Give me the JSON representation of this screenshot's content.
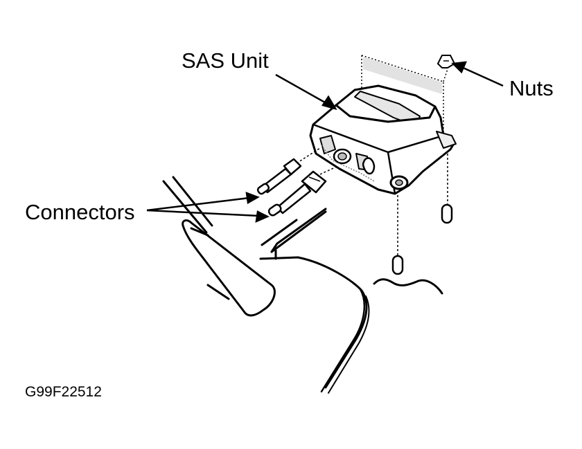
{
  "labels": {
    "sas_unit": "SAS Unit",
    "nuts": "Nuts",
    "connectors": "Connectors",
    "figure_code": "G99F22512"
  },
  "colors": {
    "ink": "#000000",
    "background": "#ffffff",
    "shade": "#9a9a9a"
  }
}
